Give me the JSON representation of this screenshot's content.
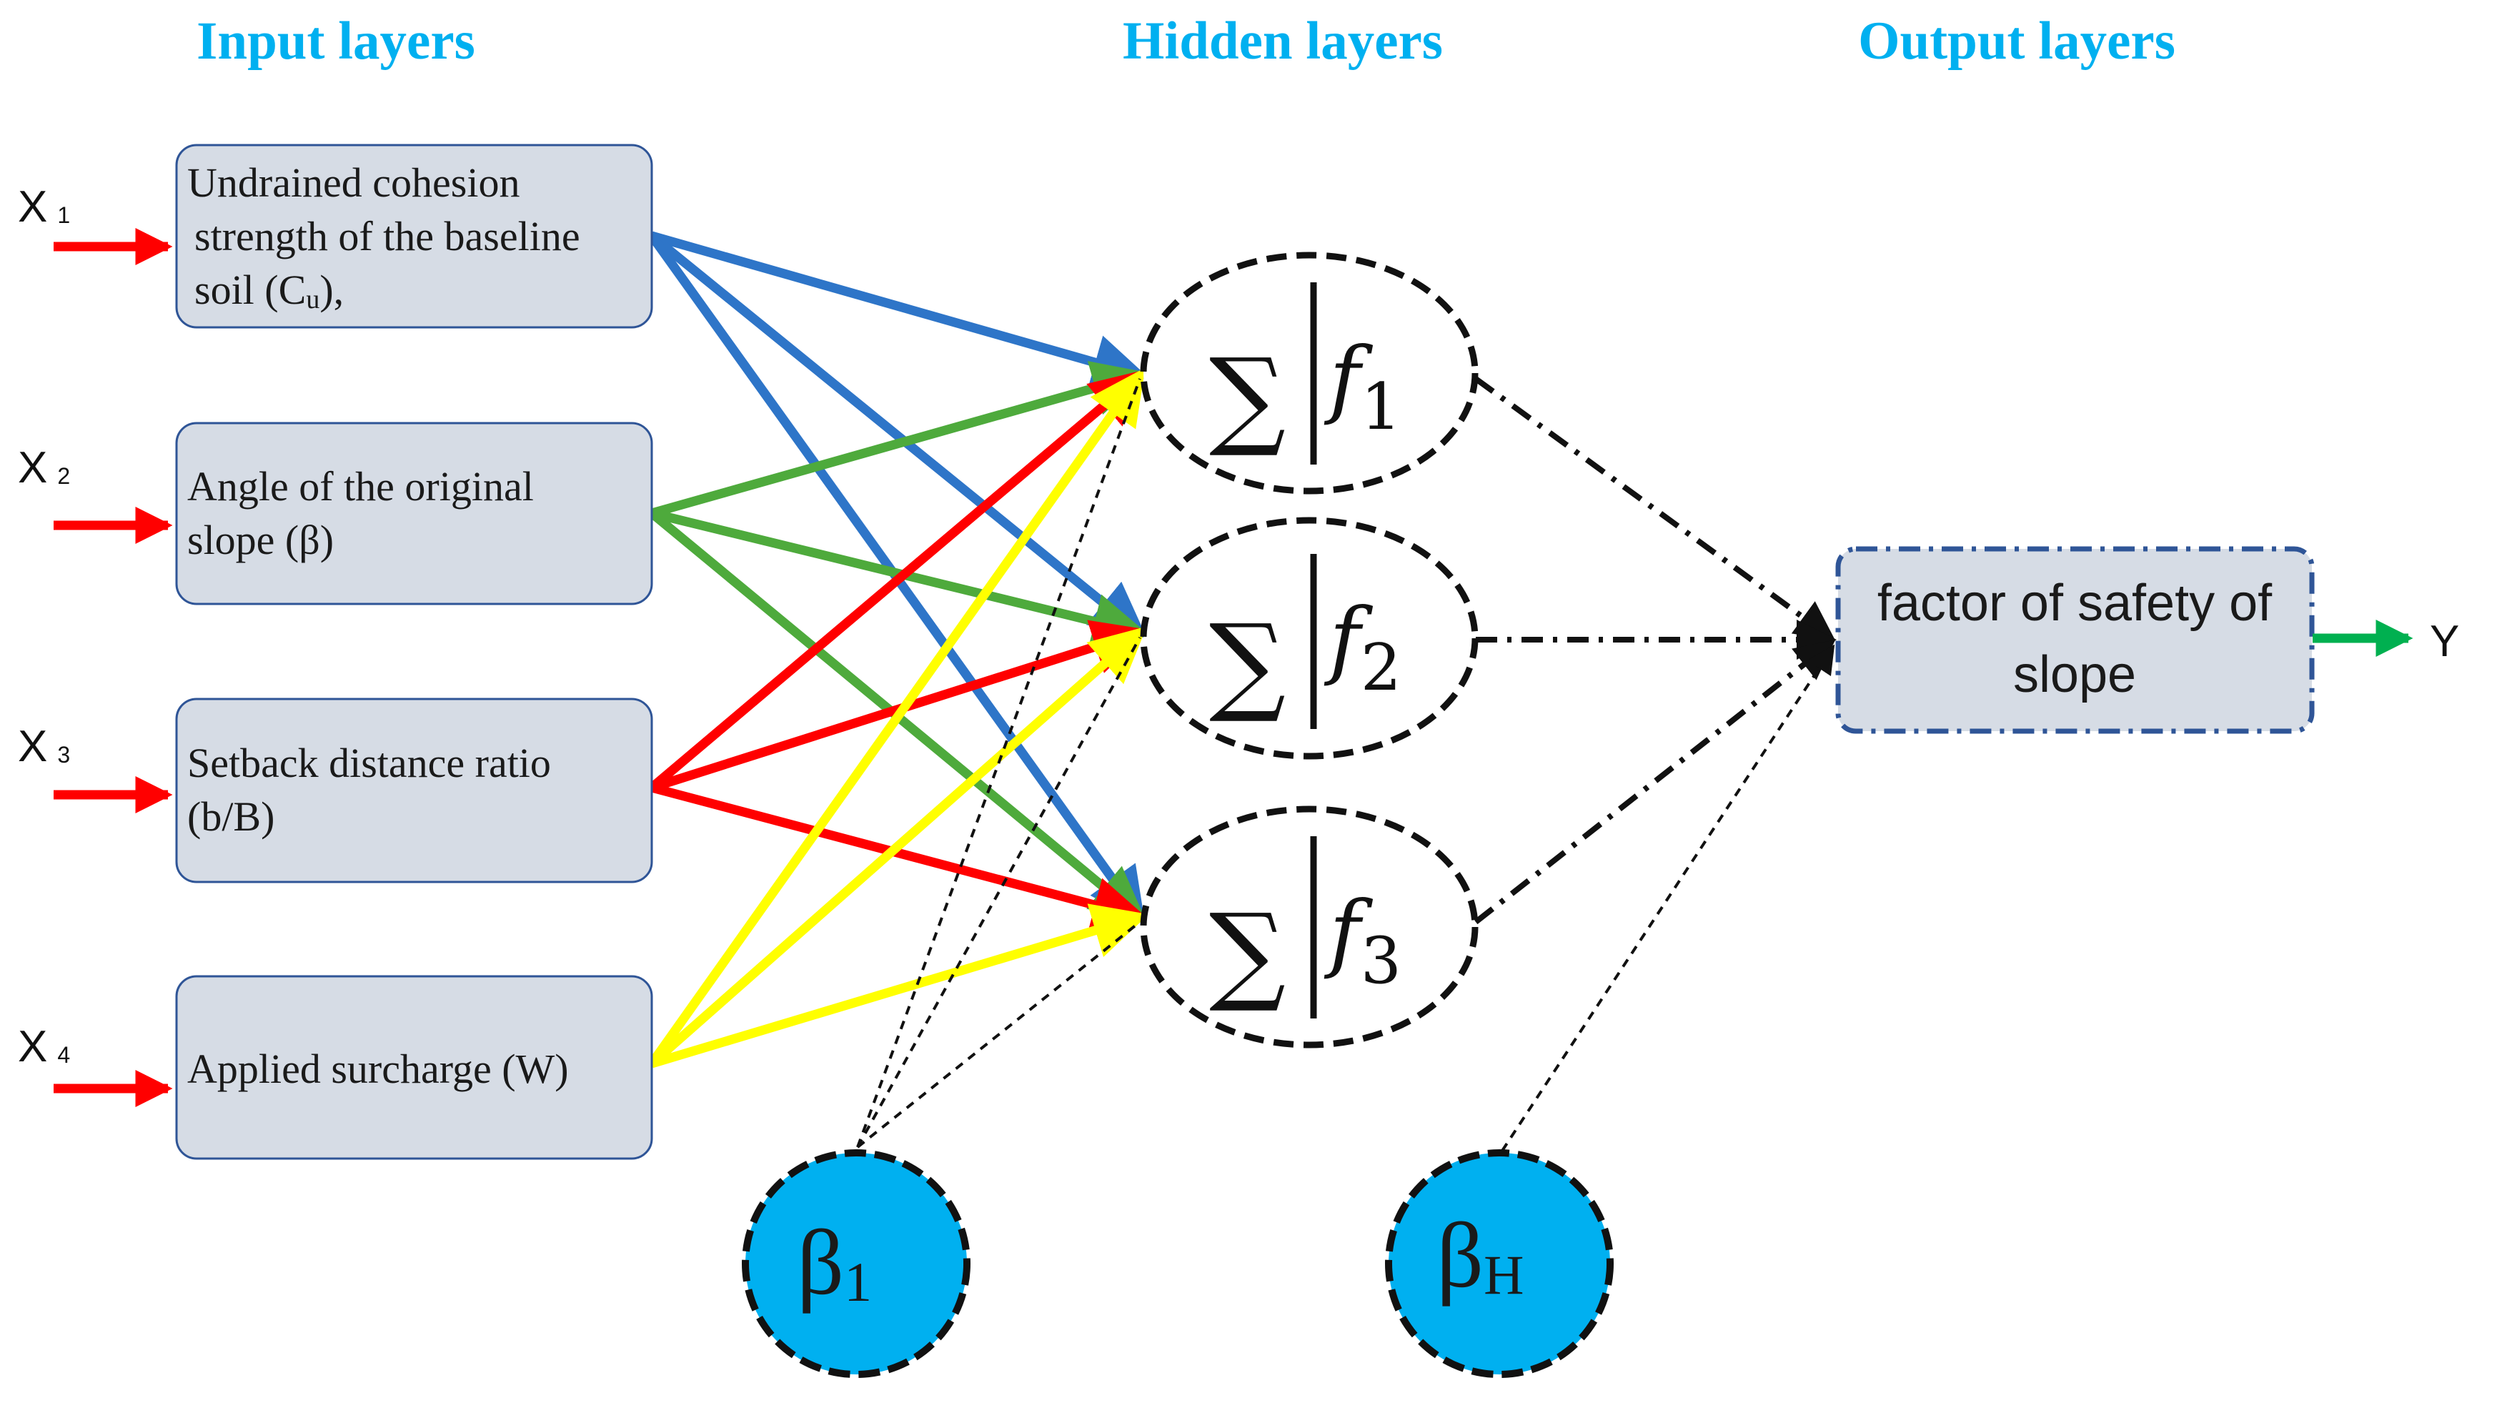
{
  "headers": {
    "input": "Input layers",
    "hidden": "Hidden layers",
    "output": "Output layers"
  },
  "inputs": [
    {
      "var": "X",
      "sub": "1",
      "lines": [
        "Undrained cohesion",
        "strength of the baseline",
        "soil (C"
      ],
      "cu_sub": "u",
      "cu_tail": "),",
      "color": "#2e75c8"
    },
    {
      "var": "X",
      "sub": "2",
      "lines": [
        "Angle of the original",
        "slope (β)"
      ],
      "color": "#4eaa3c"
    },
    {
      "var": "X",
      "sub": "3",
      "lines": [
        "Setback distance ratio",
        "(b/B)"
      ],
      "color": "#ff0000"
    },
    {
      "var": "X",
      "sub": "4",
      "lines": [
        "Applied surcharge (W)"
      ],
      "color": "#ffff00"
    }
  ],
  "hidden_nodes": [
    {
      "sigma": "∑",
      "f": "f",
      "sub": "1"
    },
    {
      "sigma": "∑",
      "f": "f",
      "sub": "2"
    },
    {
      "sigma": "∑",
      "f": "f",
      "sub": "3"
    }
  ],
  "bias": {
    "b1": {
      "symbol": "β",
      "sub": "1"
    },
    "bH": {
      "symbol": "β",
      "sub": "H"
    }
  },
  "output": {
    "lines": [
      "factor of safety of",
      "slope"
    ],
    "label": "Y"
  },
  "colors": {
    "header": "#00b0f0",
    "box_fill": "#d6dce5",
    "box_stroke": "#2f5597",
    "input_arrow": "#ff0000",
    "output_arrow": "#00b050",
    "bias_fill": "#00b0f0"
  }
}
